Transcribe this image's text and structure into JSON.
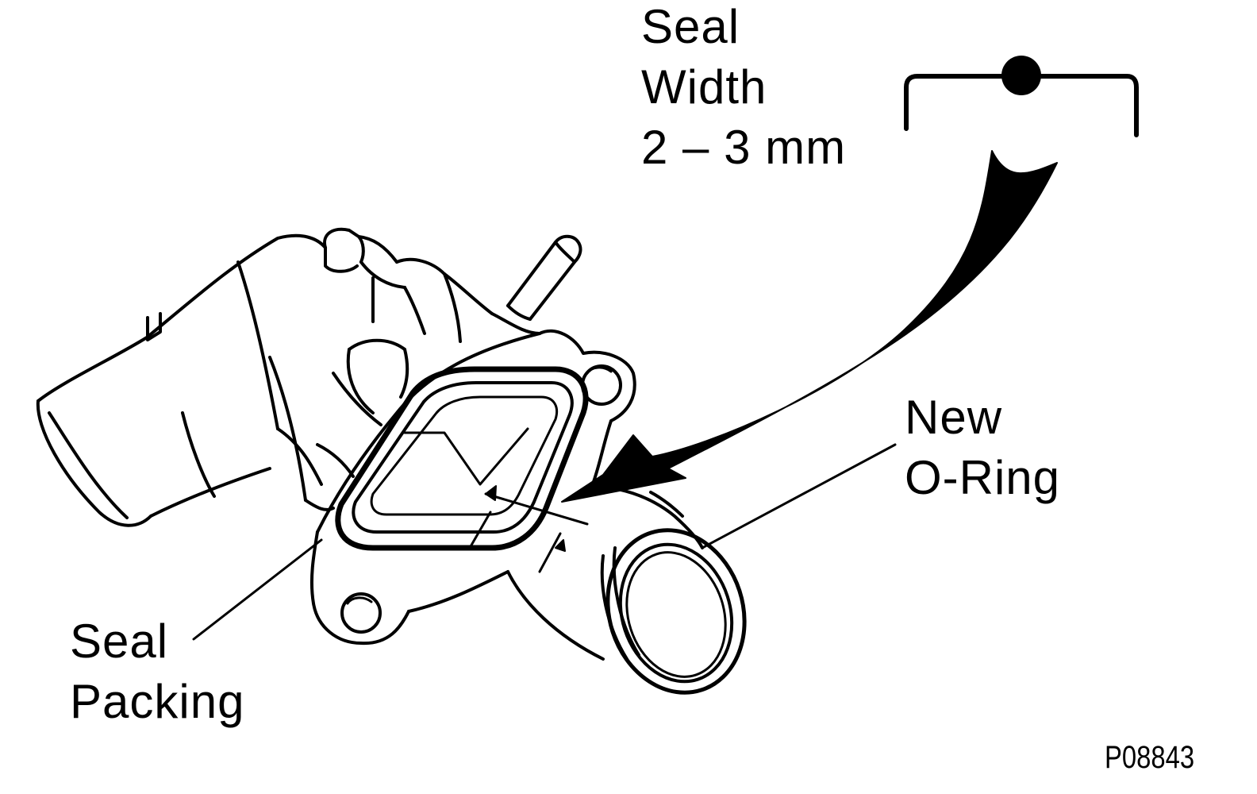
{
  "labels": {
    "seal_width": {
      "line1": "Seal",
      "line2": "Width",
      "line3": "2 – 3 mm"
    },
    "new_o_ring": {
      "line1": "New",
      "line2": "O-Ring"
    },
    "seal_packing": {
      "line1": "Seal",
      "line2": "Packing"
    },
    "figure_code": "P08843"
  },
  "colors": {
    "ink": "#000000",
    "paper": "#ffffff"
  }
}
